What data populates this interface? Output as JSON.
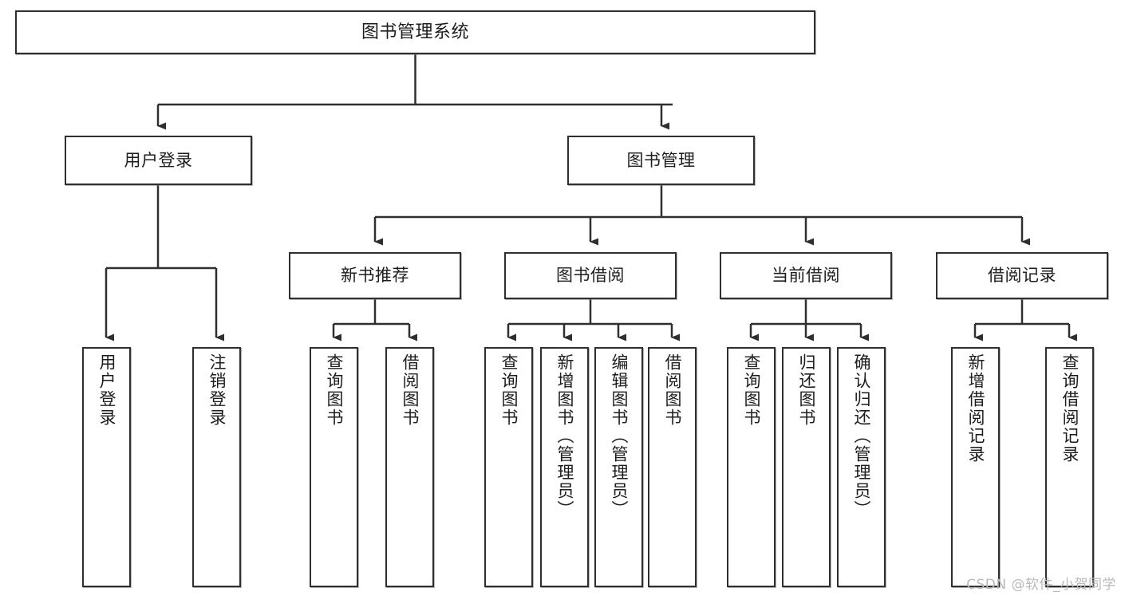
{
  "diagram": {
    "title": "图书管理系统",
    "watermark": "CSDN @软件_小贺同学",
    "colors": {
      "stroke": "#2f2f2f",
      "fill": "#ffffff",
      "text": "#1d1d1d",
      "watermark": "#b9b9b9"
    },
    "levels": {
      "root": [
        {
          "id": "sys",
          "label": "图书管理系统"
        }
      ],
      "level1": [
        {
          "id": "login",
          "label": "用户登录"
        },
        {
          "id": "bookmgmt",
          "label": "图书管理"
        }
      ],
      "level2": [
        {
          "id": "newbook",
          "label": "新书推荐"
        },
        {
          "id": "borrow",
          "label": "图书借阅"
        },
        {
          "id": "current",
          "label": "当前借阅"
        },
        {
          "id": "records",
          "label": "借阅记录"
        }
      ],
      "leaves": [
        {
          "id": "leaf-login-1",
          "parent": "login",
          "label": "用户登录"
        },
        {
          "id": "leaf-login-2",
          "parent": "login",
          "label": "注销登录"
        },
        {
          "id": "leaf-new-1",
          "parent": "newbook",
          "label": "查询图书"
        },
        {
          "id": "leaf-new-2",
          "parent": "newbook",
          "label": "借阅图书"
        },
        {
          "id": "leaf-borrow-1",
          "parent": "borrow",
          "label": "查询图书"
        },
        {
          "id": "leaf-borrow-2",
          "parent": "borrow",
          "label": "新增图书（管理员）"
        },
        {
          "id": "leaf-borrow-3",
          "parent": "borrow",
          "label": "编辑图书（管理员）"
        },
        {
          "id": "leaf-borrow-4",
          "parent": "borrow",
          "label": "借阅图书"
        },
        {
          "id": "leaf-cur-1",
          "parent": "current",
          "label": "查询图书"
        },
        {
          "id": "leaf-cur-2",
          "parent": "current",
          "label": "归还图书"
        },
        {
          "id": "leaf-cur-3",
          "parent": "current",
          "label": "确认归还（管理员）"
        },
        {
          "id": "leaf-rec-1",
          "parent": "records",
          "label": "新增借阅记录"
        },
        {
          "id": "leaf-rec-2",
          "parent": "records",
          "label": "查询借阅记录"
        }
      ]
    }
  }
}
